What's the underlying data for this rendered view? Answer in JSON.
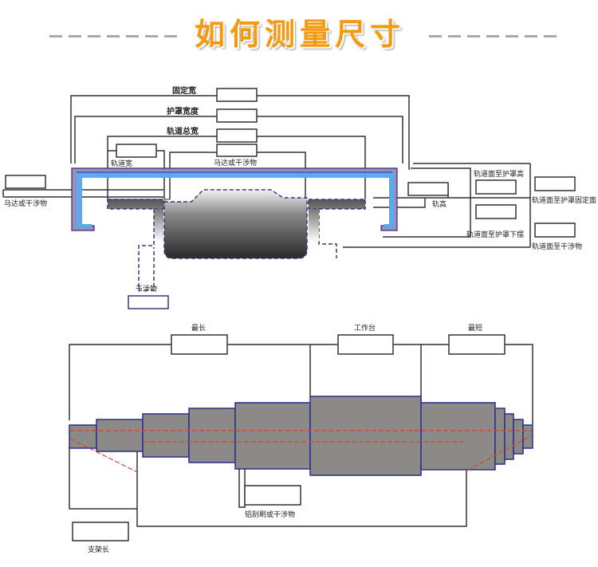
{
  "header": {
    "title": "如何测量尺寸"
  },
  "colors": {
    "title_orange": "#f39a0e",
    "guard_blue": "#5aaaf0",
    "guard_outline": "#2c2f8c",
    "shaft_gray": "#8c8a86",
    "centerline_red": "#d9432a",
    "line_dark": "#333333"
  },
  "top_diagram": {
    "labels": {
      "fixed_width": "固定宽",
      "guard_width": "护罩宽度",
      "track_total_width": "轨道总宽",
      "track_width": "轨道宽",
      "motor_interference_top": "马达或干涉物",
      "motor_interference_left": "马达或干涉物",
      "track_height": "轨高",
      "track_to_guard_height": "轨道面至护罩高",
      "track_to_guard_fixed": "轨道面至护罩固定面",
      "track_to_guard_lower": "轨道面至护罩下摆",
      "track_to_interference": "轨道面至干涉物",
      "interference_bottom": "干涉物"
    }
  },
  "bottom_diagram": {
    "labels": {
      "longest": "最长",
      "worktable": "工作台",
      "shortest": "最短",
      "wiper": "铝刮刷或干涉物",
      "bracket_length": "支架长"
    }
  }
}
